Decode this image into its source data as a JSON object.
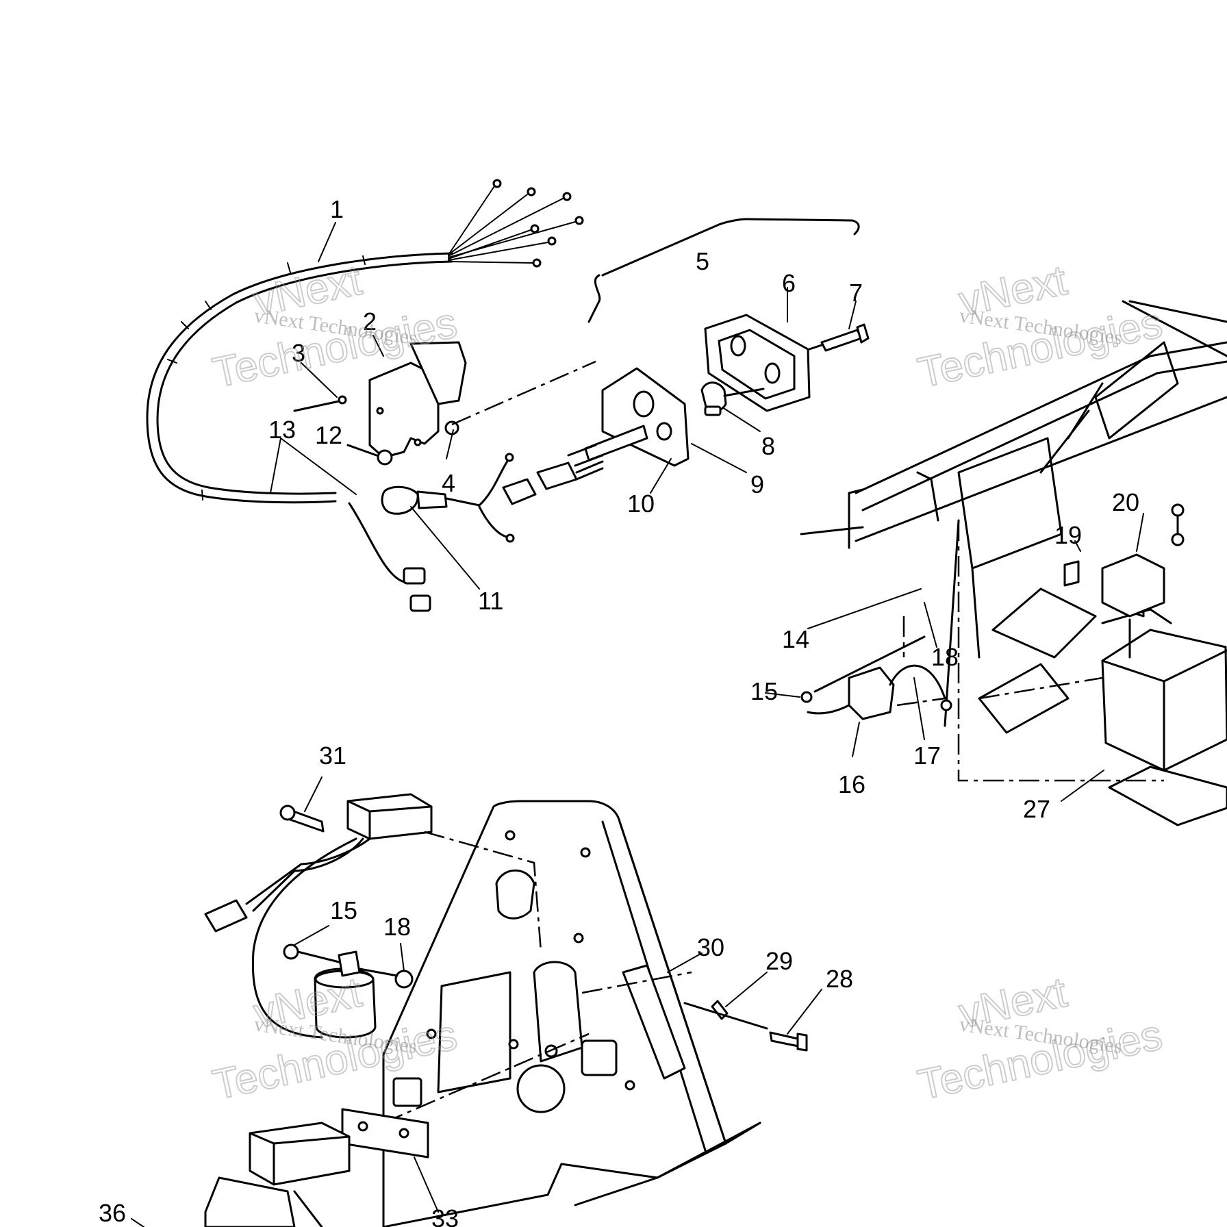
{
  "callouts": [
    {
      "id": "c1",
      "label": "1"
    },
    {
      "id": "c2",
      "label": "2"
    },
    {
      "id": "c3",
      "label": "3"
    },
    {
      "id": "c4",
      "label": "4"
    },
    {
      "id": "c5",
      "label": "5"
    },
    {
      "id": "c6",
      "label": "6"
    },
    {
      "id": "c7",
      "label": "7"
    },
    {
      "id": "c8",
      "label": "8"
    },
    {
      "id": "c9",
      "label": "9"
    },
    {
      "id": "c10",
      "label": "10"
    },
    {
      "id": "c11",
      "label": "11"
    },
    {
      "id": "c12",
      "label": "12"
    },
    {
      "id": "c13",
      "label": "13"
    },
    {
      "id": "c14",
      "label": "14"
    },
    {
      "id": "c15a",
      "label": "15"
    },
    {
      "id": "c16",
      "label": "16"
    },
    {
      "id": "c17",
      "label": "17"
    },
    {
      "id": "c18a",
      "label": "18"
    },
    {
      "id": "c19",
      "label": "19"
    },
    {
      "id": "c20",
      "label": "20"
    },
    {
      "id": "c27",
      "label": "27"
    },
    {
      "id": "c28",
      "label": "28"
    },
    {
      "id": "c29",
      "label": "29"
    },
    {
      "id": "c30",
      "label": "30"
    },
    {
      "id": "c31",
      "label": "31"
    },
    {
      "id": "c15b",
      "label": "15"
    },
    {
      "id": "c18b",
      "label": "18"
    },
    {
      "id": "c33",
      "label": "33"
    },
    {
      "id": "c36",
      "label": "36"
    }
  ],
  "watermark": {
    "line_small": "vNext Technologies",
    "line_big_1": "vNext",
    "line_big_2": "Technologies"
  }
}
